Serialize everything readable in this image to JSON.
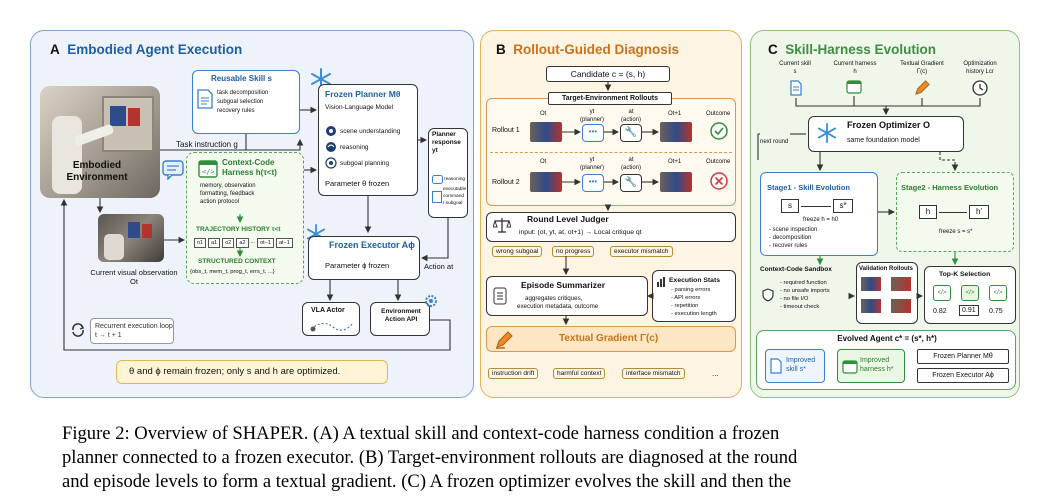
{
  "panelA": {
    "label": "A",
    "title": "Embodied Agent Execution",
    "environment_label": "Embodied Environment",
    "task_instruction": "Task instruction g",
    "reusable_skill": {
      "title": "Reusable Skill s",
      "lines": [
        "task decomposition",
        "subgoal selection",
        "recovery rules"
      ]
    },
    "harness": {
      "title": "Context-Code Harness h(τ<t)",
      "lines": [
        "memory, observation",
        "formatting, feedback",
        "action protocol"
      ]
    },
    "trajectory_history": "TRAJECTORY HISTORY τ<t",
    "history_cells": [
      "o1",
      "a1",
      "o2",
      "a2",
      "...",
      "ot−1",
      "at−1"
    ],
    "structured_context": "STRUCTURED CONTEXT",
    "structured_context_value": "{obs_t, mem_t, prog_t, errs_t, ...}",
    "current_obs": "Current visual observation Ot",
    "planner": {
      "title": "Frozen Planner Mθ",
      "subtitle": "Vision-Language Model",
      "items": [
        "scene understanding",
        "reasoning",
        "subgoal planning"
      ],
      "param": "Parameter θ frozen"
    },
    "planner_response": {
      "title": "Planner response yt",
      "lines": [
        "reasoning",
        "executable",
        "command",
        "/ subgoal"
      ]
    },
    "executor": {
      "title": "Frozen Executor Aϕ",
      "param": "Parameter ϕ frozen"
    },
    "action_label": "Action at",
    "vla_actor": "VLA Actor",
    "env_api": "Environment Action API",
    "recurrent": "Recurrent execution loop t → t + 1",
    "footer": "θ and ϕ remain frozen; only s and h are optimized."
  },
  "panelB": {
    "label": "B",
    "title": "Rollout-Guided Diagnosis",
    "candidate": "Candidate c = (s, h)",
    "rollouts_title": "Target-Environment Rollouts",
    "rollout1": "Rollout 1",
    "rollout2": "Rollout 2",
    "col_labels": {
      "ot": "Ot",
      "yt": "yt",
      "yt_sub": "(planner)",
      "at": "at",
      "at_sub": "(action)",
      "ot1": "Ot+1",
      "outcome": "Outcome"
    },
    "judger": {
      "title": "Round Level Judger",
      "input": "input: (ot, yt, at, ot+1) → Local critique qt"
    },
    "judger_tags": [
      "wrong subgoal",
      "no progress",
      "executor mismatch"
    ],
    "summarizer": {
      "title": "Episode Summarizer",
      "lines": [
        "aggregates critiques,",
        "execution metadata, outcome"
      ]
    },
    "stats": {
      "title": "Execution Stats",
      "lines": [
        "- parsing errors",
        "- API errors",
        "- repetition",
        "- execution length"
      ]
    },
    "gradient": "Textual Gradient Γ(c)",
    "gradient_tags": [
      "instruction drift",
      "harmful context",
      "interface mismatch",
      "..."
    ]
  },
  "panelC": {
    "label": "C",
    "title": "Skill-Harness Evolution",
    "inputs": [
      {
        "label": "Current skill s",
        "icon": "document-icon"
      },
      {
        "label": "Current harness h",
        "icon": "code-window-icon"
      },
      {
        "label": "Textual Gradient Γ(c)",
        "icon": "pencil-icon"
      },
      {
        "label": "Optimization history Lcr",
        "icon": "clock-icon"
      }
    ],
    "next_round": "next round",
    "optimizer": {
      "title": "Frozen Optimizer O",
      "subtitle": "same foundation model"
    },
    "stage1": {
      "title": "Stage1 - Skill Evolution",
      "from": "s",
      "to": "s*",
      "freeze": "freeze h = h0",
      "lines": [
        "- scene inspection",
        "- decomposition",
        "- recover rules"
      ]
    },
    "stage2": {
      "title": "Stage2 - Harness Evolution",
      "from": "h",
      "to": "h'",
      "freeze": "freeze s = s*"
    },
    "sandbox": {
      "title": "Context-Code Sandbox",
      "lines": [
        "- required function",
        "- no unsafe imports",
        "- no file I/O",
        "- timeout check"
      ]
    },
    "validation": "Validation Rollouts",
    "topk": {
      "title": "Top-K Selection",
      "scores": [
        "0.82",
        "0.91",
        "0.75"
      ]
    },
    "evolved": {
      "title": "Evolved Agent c* = (s*, h*)",
      "skill": "Improved skill s*",
      "harness": "Improved harness h*",
      "planner": "Frozen Planner Mθ",
      "executor": "Frozen Executor Aϕ"
    }
  },
  "caption": {
    "lines": [
      "Figure 2: Overview of SHAPER. (A) A textual skill and context-code harness condition a frozen",
      "planner connected to a frozen executor. (B) Target-environment rollouts are diagnosed at the round",
      "and episode levels to form a textual gradient. (C) A frozen optimizer evolves the skill and then the"
    ]
  },
  "colors": {
    "panelA_bg": "#eef3fb",
    "panelA_border": "#7fa2d4",
    "panelB_bg": "#fdf4e3",
    "panelB_border": "#e0b060",
    "panelC_bg": "#eef7ea",
    "panelC_border": "#8cc27a",
    "snowflake": "#3a8fd8"
  }
}
